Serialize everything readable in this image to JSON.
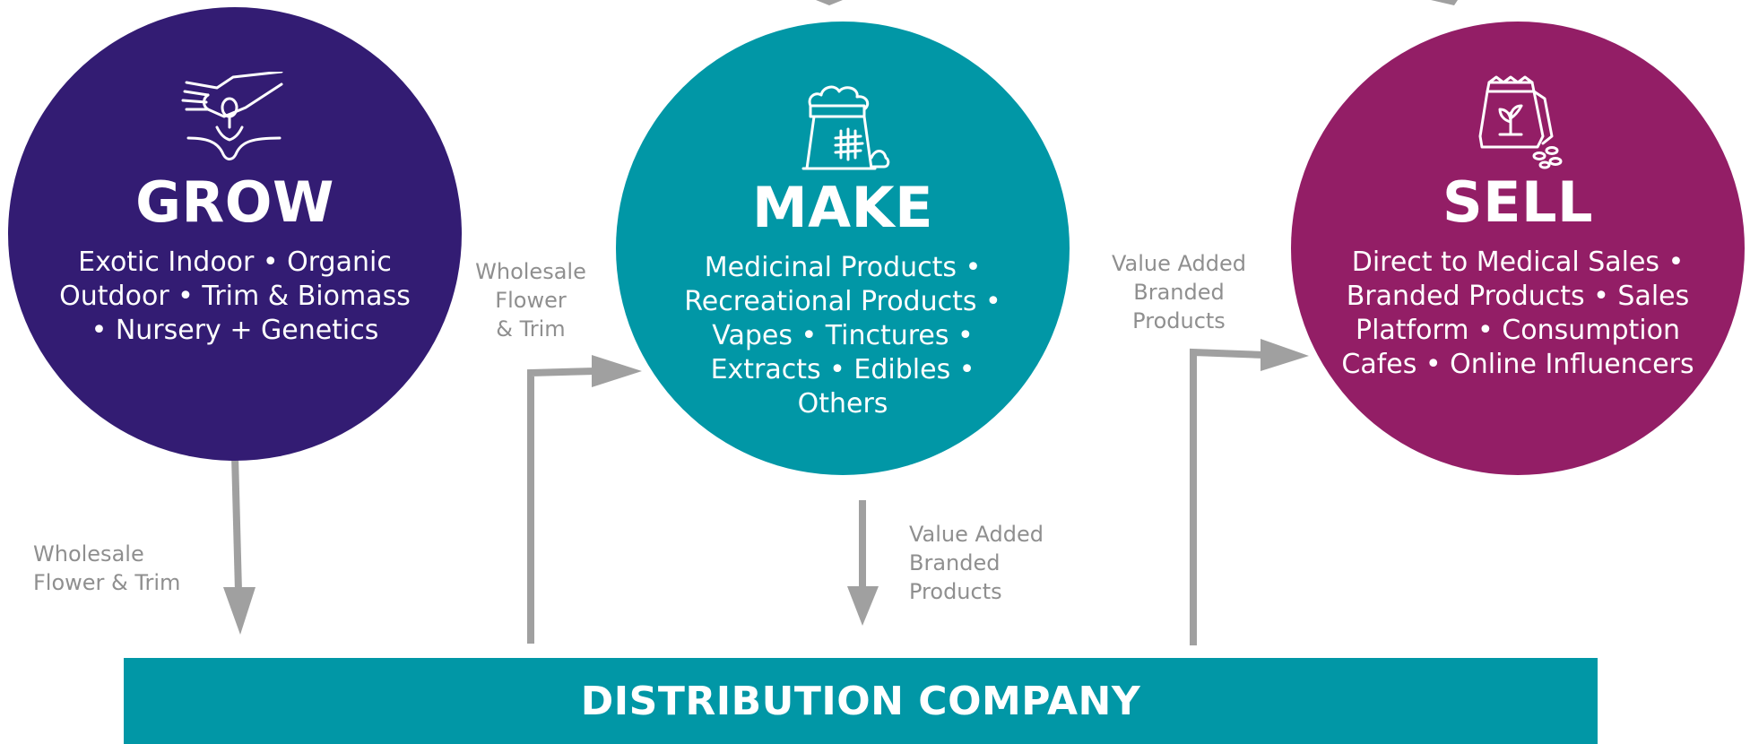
{
  "colors": {
    "grow": "#331c73",
    "make": "#0197a6",
    "sell": "#931e66",
    "arrow": "#a0a0a0",
    "label": "#8f8f8f"
  },
  "grow": {
    "icon": "hand-planting-seed-icon",
    "title": "GROW",
    "description": "Exotic Indoor • Organic Outdoor • Trim & Biomass • Nursery + Genetics"
  },
  "make": {
    "icon": "sack-of-product-icon",
    "title": "MAKE",
    "description": "Medicinal Products • Recreational Products • Vapes • Tinctures • Extracts • Edibles • Others"
  },
  "sell": {
    "icon": "seed-packet-icon",
    "title": "SELL",
    "description": "Direct to Medical Sales • Branded Products • Sales Platform • Consumption Cafes • Online Influencers"
  },
  "flows": {
    "grow_to_distribution": "Wholesale\nFlower & Trim",
    "distribution_to_make": "Wholesale\nFlower\n& Trim",
    "make_to_distribution": "Value Added\nBranded\nProducts",
    "distribution_to_sell": "Value Added\nBranded\nProducts"
  },
  "distribution": {
    "title": "DISTRIBUTION COMPANY"
  }
}
